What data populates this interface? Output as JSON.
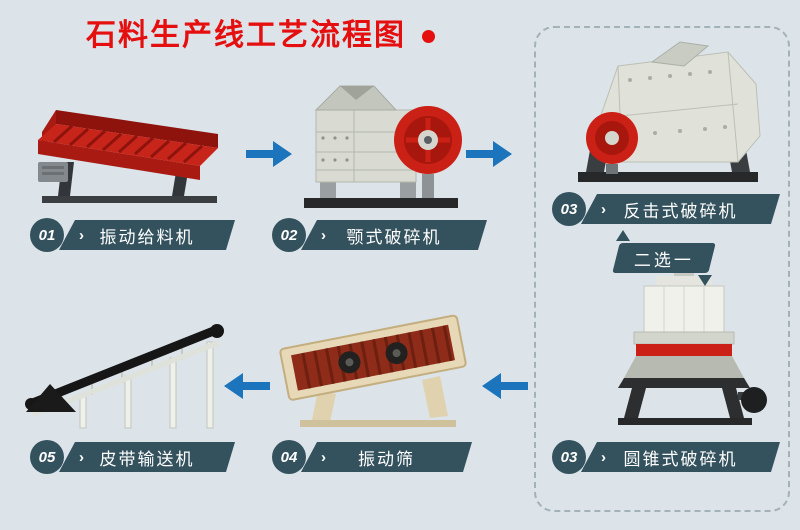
{
  "title": {
    "text": "石料生产线工艺流程图"
  },
  "choice": {
    "label": "二选一"
  },
  "icons": {
    "chevron": "›"
  },
  "steps": [
    {
      "num": "01",
      "label": "振动给料机",
      "machine": "vibrating-feeder"
    },
    {
      "num": "02",
      "label": "颚式破碎机",
      "machine": "jaw-crusher"
    },
    {
      "num": "03",
      "label": "反击式破碎机",
      "machine": "impact-crusher"
    },
    {
      "num": "03",
      "label": "圆锥式破碎机",
      "machine": "cone-crusher"
    },
    {
      "num": "04",
      "label": "振动筛",
      "machine": "vibrating-screen"
    },
    {
      "num": "05",
      "label": "皮带输送机",
      "machine": "belt-conveyor"
    }
  ],
  "colors": {
    "background": "#dce4e9",
    "title_red": "#e50f0f",
    "ribbon_dark": "#34525e",
    "arrow_blue": "#1b74bc",
    "machine_red": "#cb2015",
    "dashed_border": "#a3b1b9"
  }
}
